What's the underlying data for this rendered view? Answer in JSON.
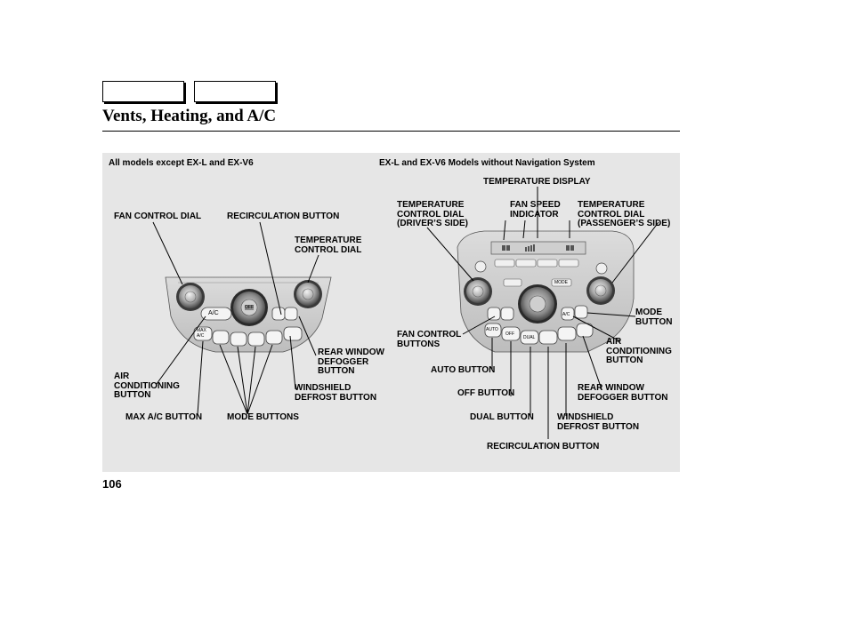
{
  "page": {
    "title": "Vents, Heating, and A/C",
    "page_number": "106"
  },
  "left_panel": {
    "heading": "All models except EX-L and EX-V6",
    "labels": {
      "fan_control_dial": "FAN CONTROL DIAL",
      "recirculation_button": "RECIRCULATION BUTTON",
      "temperature_control_dial": "TEMPERATURE\nCONTROL DIAL",
      "rear_window_defogger": "REAR WINDOW\nDEFOGGER\nBUTTON",
      "air_conditioning": "AIR\nCONDITIONING\nBUTTON",
      "windshield_defrost": "WINDSHIELD\nDEFROST BUTTON",
      "max_ac_button": "MAX A/C BUTTON",
      "mode_buttons": "MODE BUTTONS"
    },
    "panel_text": {
      "ac": "A/C",
      "max": "MAX\nA/C",
      "off": "OFF"
    }
  },
  "right_panel": {
    "heading": "EX-L and EX-V6 Models without Navigation System",
    "labels": {
      "temperature_display": "TEMPERATURE DISPLAY",
      "temp_dial_driver": "TEMPERATURE\nCONTROL DIAL\n(DRIVER’S SIDE)",
      "fan_speed_indicator": "FAN SPEED\nINDICATOR",
      "temp_dial_passenger": "TEMPERATURE\nCONTROL DIAL\n(PASSENGER’S SIDE)",
      "mode_button": "MODE\nBUTTON",
      "fan_control_buttons": "FAN CONTROL\nBUTTONS",
      "air_conditioning": "AIR\nCONDITIONING\nBUTTON",
      "auto_button": "AUTO BUTTON",
      "rear_window_defogger": "REAR WINDOW\nDEFOGGER BUTTON",
      "off_button": "OFF BUTTON",
      "dual_button": "DUAL BUTTON",
      "windshield_defrost": "WINDSHIELD\nDEFROST BUTTON",
      "recirculation_button": "RECIRCULATION BUTTON"
    },
    "panel_text": {
      "auto": "AUTO",
      "off": "OFF",
      "dual": "DUAL",
      "ac": "A/C",
      "mode": "MODE"
    }
  }
}
